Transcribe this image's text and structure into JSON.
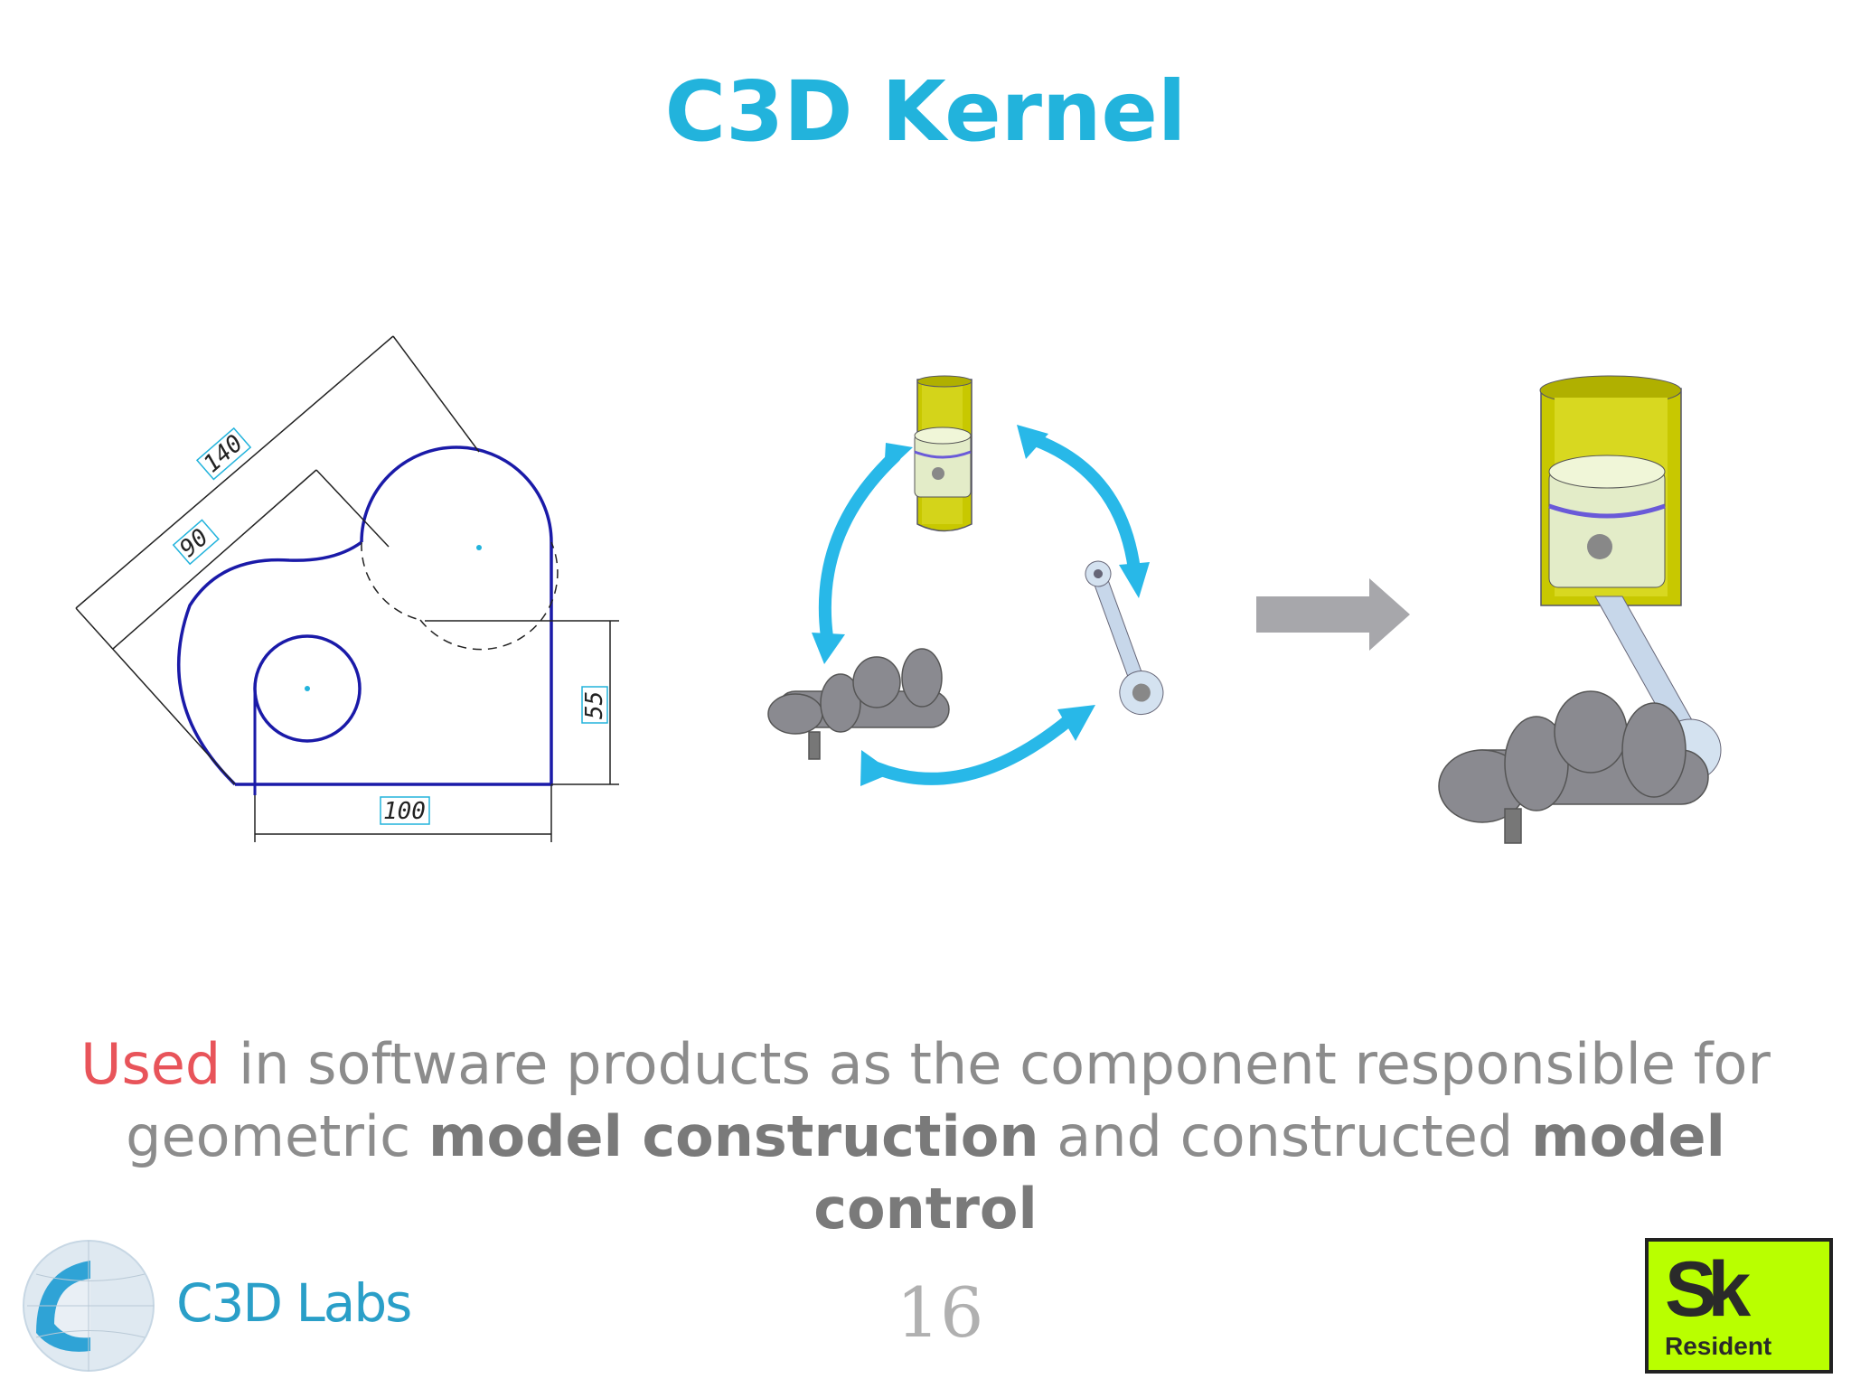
{
  "slide": {
    "title": "C3D Kernel",
    "sketch": {
      "dimension_labels": [
        "140",
        "90",
        "55",
        "100"
      ]
    },
    "caption": {
      "highlight": "Used",
      "part1": " in software products as the component responsible for geometric ",
      "bold1": "model construction",
      "part2": " and constructed ",
      "bold2": "model control"
    },
    "brand": {
      "name": "C3D Labs"
    },
    "page_number": "16",
    "badge": {
      "logo_text": "Sk",
      "label": "Resident"
    },
    "colors": {
      "title": "#22b3dc",
      "highlight": "#e8545a",
      "caption": "#8c8c8c",
      "sketch_line": "#1a1aa8",
      "cycle_arrows": "#28b8e8",
      "badge_bg": "#b9ff00"
    }
  }
}
